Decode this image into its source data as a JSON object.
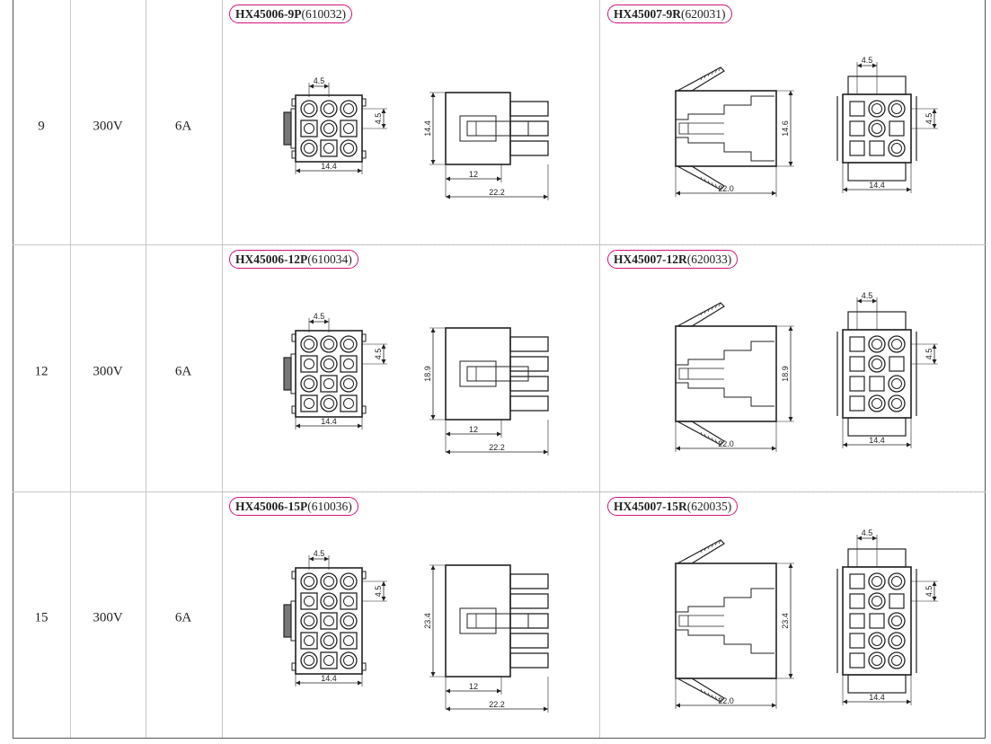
{
  "rows": [
    {
      "pins": "9",
      "voltage": "300V",
      "current": "6A",
      "plug_code": "HX45006-9P",
      "plug_ref": "(610032)",
      "receptacle_code": "HX45007-9R",
      "receptacle_ref": "(620031)",
      "plug_front": {
        "pitch_top": "4.5",
        "pitch_side": "4.5",
        "width": "14.4",
        "cols": 3,
        "rows": 3
      },
      "plug_side": {
        "height": "14.4",
        "depth": "12",
        "length": "22.2"
      },
      "recep_side": {
        "height": "14.6",
        "length": "22.0"
      },
      "recep_front": {
        "pitch_top": "4.5",
        "pitch_side": "4.5",
        "width": "14.4",
        "cols": 3,
        "rows": 3
      }
    },
    {
      "pins": "12",
      "voltage": "300V",
      "current": "6A",
      "plug_code": "HX45006-12P",
      "plug_ref": "(610034)",
      "receptacle_code": "HX45007-12R",
      "receptacle_ref": "(620033)",
      "plug_front": {
        "pitch_top": "4.5",
        "pitch_side": "4.5",
        "width": "14.4",
        "cols": 3,
        "rows": 4
      },
      "plug_side": {
        "height": "18.9",
        "depth": "12",
        "length": "22.2"
      },
      "recep_side": {
        "height": "18.9",
        "length": "22.0"
      },
      "recep_front": {
        "pitch_top": "4.5",
        "pitch_side": "4.5",
        "width": "14.4",
        "cols": 3,
        "rows": 4
      }
    },
    {
      "pins": "15",
      "voltage": "300V",
      "current": "6A",
      "plug_code": "HX45006-15P",
      "plug_ref": "(610036)",
      "receptacle_code": "HX45007-15R",
      "receptacle_ref": "(620035)",
      "plug_front": {
        "pitch_top": "4.5",
        "pitch_side": "4.5",
        "width": "14.4",
        "cols": 3,
        "rows": 5
      },
      "plug_side": {
        "height": "23.4",
        "depth": "12",
        "length": "22.2"
      },
      "recep_side": {
        "height": "23.4",
        "length": "22.0"
      },
      "recep_front": {
        "pitch_top": "4.5",
        "pitch_side": "4.5",
        "width": "14.4",
        "cols": 3,
        "rows": 5
      }
    }
  ]
}
